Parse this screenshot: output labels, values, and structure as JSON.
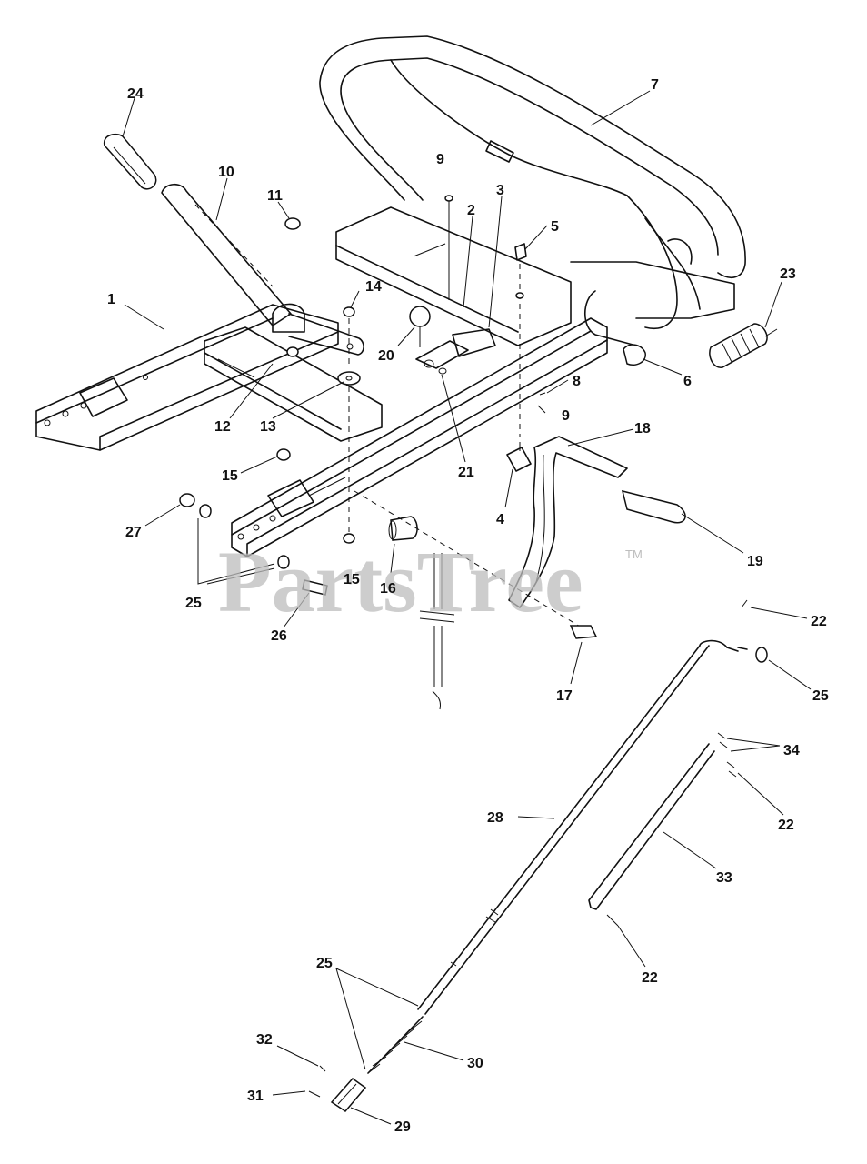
{
  "watermark": {
    "brand": "PartsTree",
    "mark": "TM"
  },
  "callouts": [
    {
      "id": "c24a",
      "label": "24"
    },
    {
      "id": "c10",
      "label": "10"
    },
    {
      "id": "c11",
      "label": "11"
    },
    {
      "id": "c9a",
      "label": "9"
    },
    {
      "id": "c2",
      "label": "2"
    },
    {
      "id": "c3",
      "label": "3"
    },
    {
      "id": "c5",
      "label": "5"
    },
    {
      "id": "c7",
      "label": "7"
    },
    {
      "id": "c23",
      "label": "23"
    },
    {
      "id": "c1",
      "label": "1"
    },
    {
      "id": "c14",
      "label": "14"
    },
    {
      "id": "c20",
      "label": "20"
    },
    {
      "id": "c6",
      "label": "6"
    },
    {
      "id": "c8",
      "label": "8"
    },
    {
      "id": "c9b",
      "label": "9"
    },
    {
      "id": "c12",
      "label": "12"
    },
    {
      "id": "c13",
      "label": "13"
    },
    {
      "id": "c21",
      "label": "21"
    },
    {
      "id": "c18",
      "label": "18"
    },
    {
      "id": "c15a",
      "label": "15"
    },
    {
      "id": "c4",
      "label": "4"
    },
    {
      "id": "c27",
      "label": "27"
    },
    {
      "id": "c19",
      "label": "19"
    },
    {
      "id": "c15b",
      "label": "15"
    },
    {
      "id": "c16",
      "label": "16"
    },
    {
      "id": "c25a",
      "label": "25"
    },
    {
      "id": "c26",
      "label": "26"
    },
    {
      "id": "c22a",
      "label": "22"
    },
    {
      "id": "c17",
      "label": "17"
    },
    {
      "id": "c25b",
      "label": "25"
    },
    {
      "id": "c34",
      "label": "34"
    },
    {
      "id": "c28",
      "label": "28"
    },
    {
      "id": "c22b",
      "label": "22"
    },
    {
      "id": "c33",
      "label": "33"
    },
    {
      "id": "c22c",
      "label": "22"
    },
    {
      "id": "c25c",
      "label": "25"
    },
    {
      "id": "c32",
      "label": "32"
    },
    {
      "id": "c30",
      "label": "30"
    },
    {
      "id": "c31",
      "label": "31"
    },
    {
      "id": "c29",
      "label": "29"
    }
  ]
}
